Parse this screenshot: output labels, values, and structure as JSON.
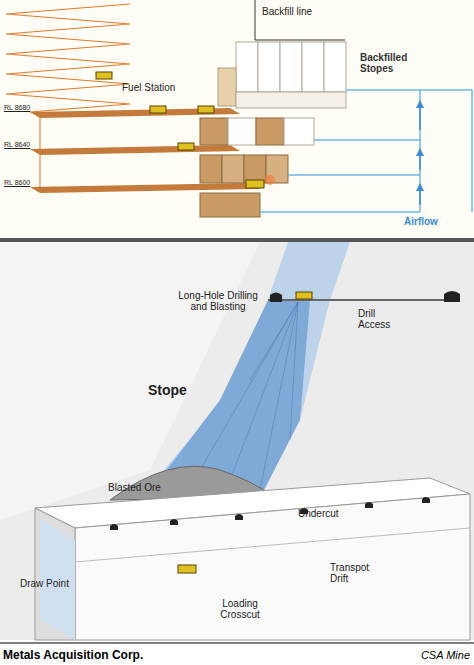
{
  "diagram": {
    "labels": [
      "Backfill line",
      "Fuel Station",
      "Backfilled Stopes",
      "RL 8680",
      "RL 8640",
      "RL 8600",
      "Airflow",
      "Long-Hole Drilling and Blasting",
      "Drill Access",
      "Stope",
      "Blasted Ore",
      "Undercut",
      "Draw Point",
      "Transpot Drift",
      "Loading Crosscut",
      "Metals Acquisition Corp.",
      "CSA Mine"
    ]
  }
}
